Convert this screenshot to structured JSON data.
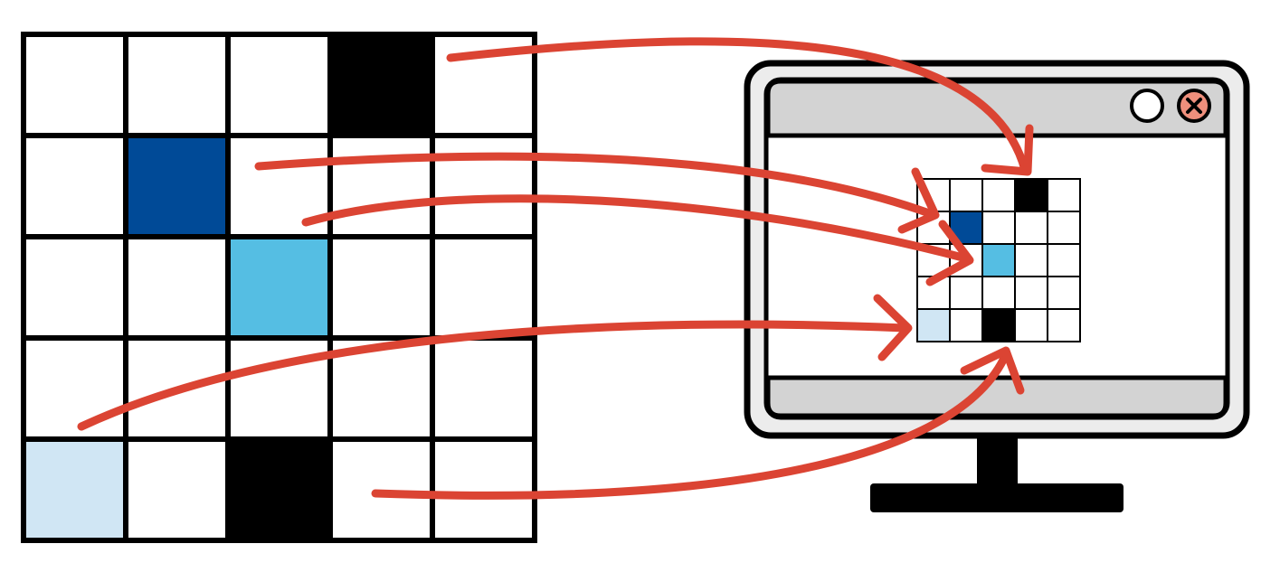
{
  "diagram": {
    "grid": {
      "rows": 5,
      "cols": 5,
      "cells": [
        {
          "row": 0,
          "col": 3,
          "color": "#000000"
        },
        {
          "row": 1,
          "col": 1,
          "color": "#004A97"
        },
        {
          "row": 2,
          "col": 2,
          "color": "#55BEE3"
        },
        {
          "row": 4,
          "col": 0,
          "color": "#D0E6F4"
        },
        {
          "row": 4,
          "col": 2,
          "color": "#000000"
        }
      ]
    },
    "screen_grid": {
      "rows": 5,
      "cols": 5,
      "cells": [
        {
          "row": 0,
          "col": 3,
          "color": "#000000"
        },
        {
          "row": 1,
          "col": 1,
          "color": "#004A97"
        },
        {
          "row": 2,
          "col": 2,
          "color": "#55BEE3"
        },
        {
          "row": 4,
          "col": 0,
          "color": "#D0E6F4"
        },
        {
          "row": 4,
          "col": 2,
          "color": "#000000"
        }
      ]
    },
    "colors": {
      "arrow": "#DB4433",
      "outline": "#000000",
      "monitor_frame": "#ECECEC",
      "monitor_bar": "#D3D3D3",
      "close_button": "#EF8F7C",
      "background": "#FFFFFF"
    },
    "icons": [
      "monitor-icon",
      "window-circle-icon",
      "close-icon"
    ],
    "arrows": [
      {
        "from": "grid-cell-r0-c3",
        "to": "screen-cell-r0-c3"
      },
      {
        "from": "grid-cell-r1-c1",
        "to": "screen-cell-r1-c1"
      },
      {
        "from": "grid-cell-r2-c2",
        "to": "screen-cell-r2-c2"
      },
      {
        "from": "grid-cell-r4-c0",
        "to": "screen-cell-r4-c0"
      },
      {
        "from": "grid-cell-r4-c2",
        "to": "screen-cell-r4-c2"
      }
    ]
  }
}
